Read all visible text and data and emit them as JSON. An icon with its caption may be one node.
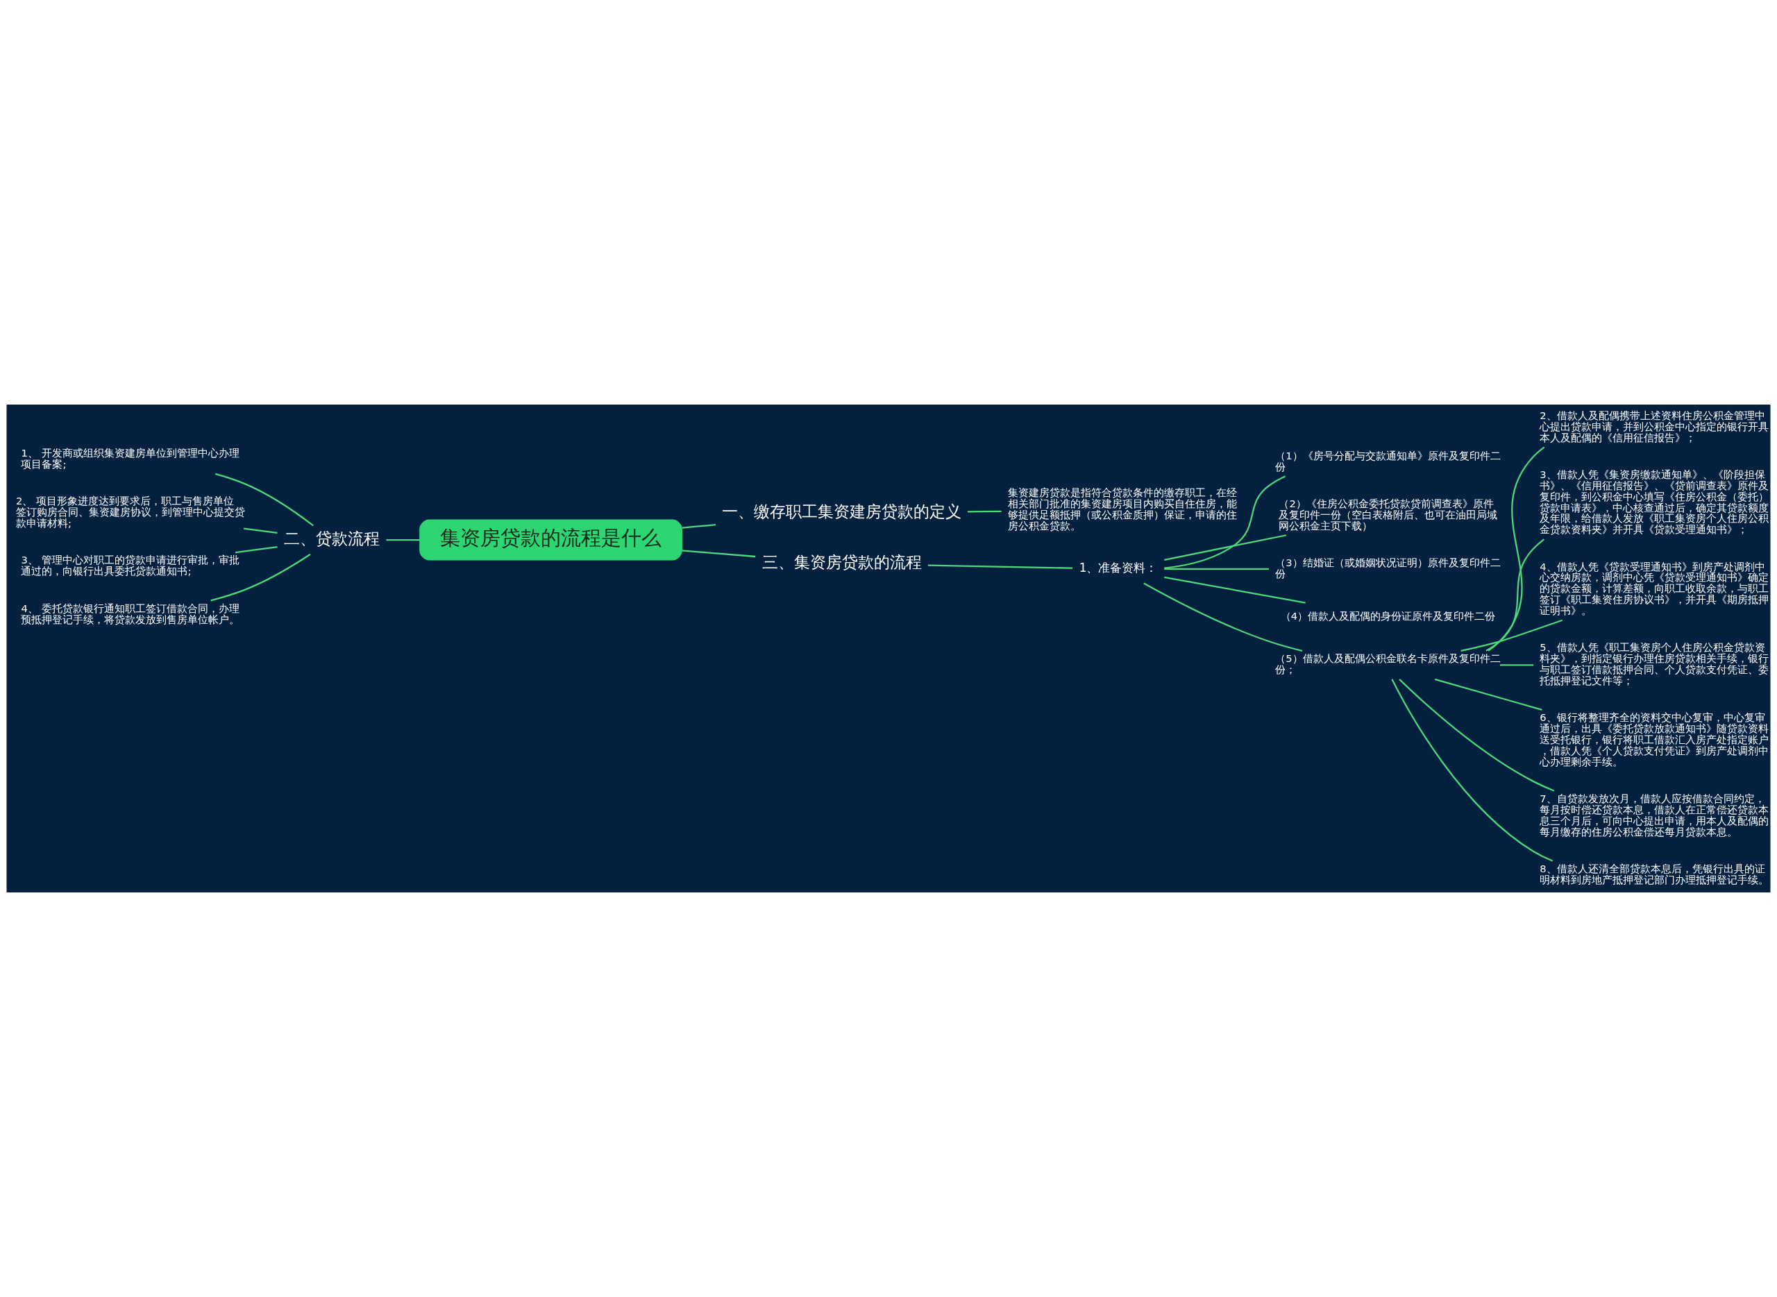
{
  "diagram": {
    "nodes": [
      {
        "text": [
          "集资房贷款的流程是什么"
        ]
      },
      {
        "text": [
          "一、缴存职工集资建房贷款的定义"
        ]
      },
      {
        "text": [
          "集资建房贷款是指符合贷款条件的缴存职工，在经相关部门批准的集资建房项目内购买自住住房，能够提供足额抵押（或公积金质押）保证，申请的住房公积金贷款。"
        ]
      },
      {
        "text": [
          "二、贷款流程"
        ]
      },
      {
        "text": [
          "1、 开发商或组织集资建房单位到管理中心办理项目备案;"
        ]
      },
      {
        "text": [
          "2、 项目形象进度达到要求后，职工与售房单位签订购房合同、集资建房协议，到管理中心提交贷款申请材料;"
        ]
      },
      {
        "text": [
          "3、 管理中心对职工的贷款申请进行审批，审批通过的，向银行出具委托贷款通知书;"
        ]
      },
      {
        "text": [
          "4、 委托贷款银行通知职工签订借款合同，办理预抵押登记手续，将贷款发放到售房单位帐户。"
        ]
      },
      {
        "text": [
          "三、集资房贷款的流程"
        ]
      },
      {
        "text": [
          "1、准备资料："
        ]
      },
      {
        "text": [
          "（1）《房号分配与交款通知单》原件及复印件二份"
        ]
      },
      {
        "text": [
          "（2）《住房公积金委托贷款贷前调查表》原件及复印件一份（空白表格附后、也可在油田局域网公积金主页下载）"
        ]
      },
      {
        "text": [
          "（3）结婚证（或婚姻状况证明）原件及复印件二份"
        ]
      },
      {
        "text": [
          "（4）借款人及配偶的身份证原件及复印件二份"
        ]
      },
      {
        "text": [
          "（5）借款人及配偶公积金联名卡原件及复印件二份；"
        ]
      },
      {
        "text": [
          "2、借款人及配偶携带上述资料住房公积金管理中心提出贷款申请，并到公积金中心指定的银行开具本人及配偶的《信用征信报告》；"
        ]
      },
      {
        "text": [
          "3、借款人凭《集资房缴款通知单》、《阶段担保书》、《信用征信报告》、《贷前调查表》原件及复印件，到公积金中心填写《住房公积金（委托）贷款申请表》，中心核查通过后，确定其贷款额度及年限，给借款人发放《职工集资房个人住房公积金贷款资料夹》并开具《贷款受理通知书》；"
        ]
      },
      {
        "text": [
          "4、借款人凭《贷款受理通知书》到房产处调剂中心交纳房款，调剂中心凭《贷款受理通知书》确定的贷款金额，计算差额，向职工收取余款，与职工签订《职工集资住房协议书》，并开具《期房抵押证明书》。"
        ]
      },
      {
        "text": [
          "5、借款人凭《职工集资房个人住房公积金贷款资料夹》，到指定银行办理住房贷款相关手续，银行与职工签订借款抵押合同、个人贷款支付凭证、委托抵押登记文件等；"
        ]
      },
      {
        "text": [
          "6、银行将整理齐全的资料交中心复审，中心复审通过后，出具《委托贷款放款通知书》随贷款资料送受托银行，银行将职工借款汇入房产处指定账户，借款人凭《个人贷款支付凭证》到房产处调剂中心办理剩余手续。"
        ]
      },
      {
        "text": [
          "7、自贷款发放次月，借款人应按借款合同约定，每月按时偿还贷款本息，借款人在正常偿还贷款本息三个月后，可向中心提出申请，用本人及配偶的每月缴存的住房公积金偿还每月贷款本息。"
        ]
      },
      {
        "text": [
          "8、借款人还清全部贷款本息后，凭银行出具的证明材料到房地产抵押登记部门办理抵押登记手续。"
        ]
      }
    ],
    "edges": [
      {
        "from": 0,
        "to": 1,
        "arrow": "none"
      },
      {
        "from": 1,
        "to": 2,
        "arrow": "none"
      },
      {
        "from": 0,
        "to": 3,
        "arrow": "none"
      },
      {
        "from": 3,
        "to": 4,
        "arrow": "none"
      },
      {
        "from": 3,
        "to": 5,
        "arrow": "none"
      },
      {
        "from": 3,
        "to": 6,
        "arrow": "none"
      },
      {
        "from": 3,
        "to": 7,
        "arrow": "none"
      },
      {
        "from": 0,
        "to": 8,
        "arrow": "none"
      },
      {
        "from": 8,
        "to": 9,
        "arrow": "none"
      },
      {
        "from": 9,
        "to": 10,
        "arrow": "none"
      },
      {
        "from": 9,
        "to": 11,
        "arrow": "none"
      },
      {
        "from": 9,
        "to": 12,
        "arrow": "none"
      },
      {
        "from": 9,
        "to": 13,
        "arrow": "none"
      },
      {
        "from": 9,
        "to": 14,
        "arrow": "none"
      },
      {
        "from": 14,
        "to": 15,
        "arrow": "none"
      },
      {
        "from": 14,
        "to": 16,
        "arrow": "none"
      },
      {
        "from": 14,
        "to": 17,
        "arrow": "none"
      },
      {
        "from": 14,
        "to": 18,
        "arrow": "none"
      },
      {
        "from": 14,
        "to": 19,
        "arrow": "none"
      },
      {
        "from": 14,
        "to": 20,
        "arrow": "none"
      },
      {
        "from": 14,
        "to": 21,
        "arrow": "none"
      }
    ]
  }
}
